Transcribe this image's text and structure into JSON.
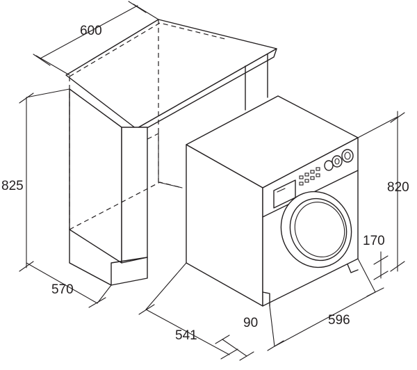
{
  "dimensions": {
    "top_width": "600",
    "cabinet_height": "825",
    "cabinet_depth": "570",
    "machine_depth": "541",
    "kick_depth": "90",
    "machine_width": "596",
    "machine_height": "820",
    "plinth_height": "170"
  },
  "colors": {
    "stroke": "#231f20",
    "background": "#ffffff"
  }
}
